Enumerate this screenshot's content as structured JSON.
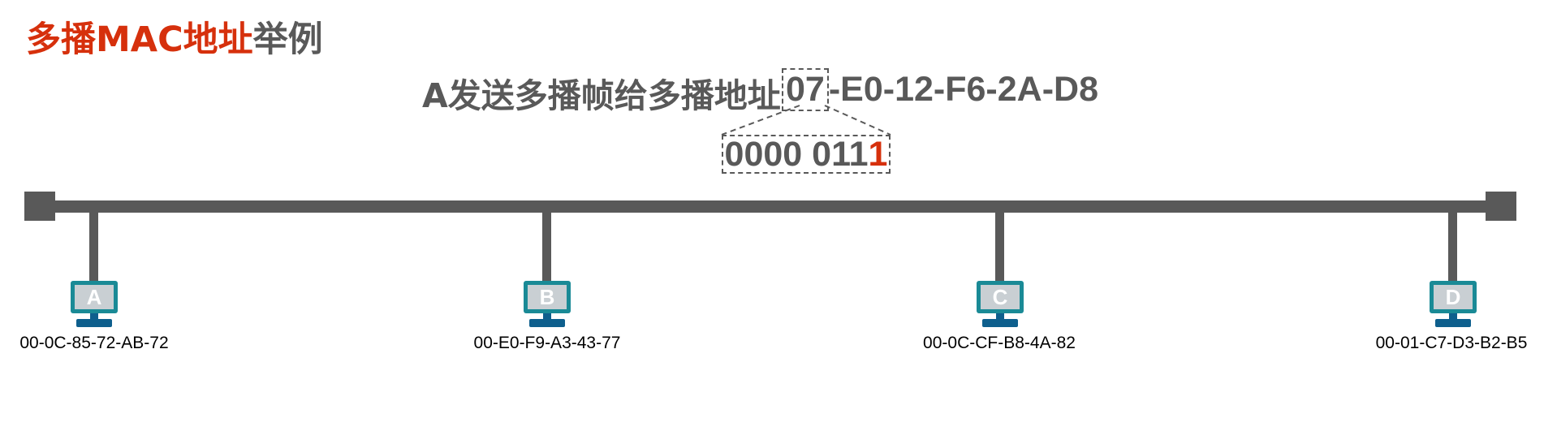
{
  "title": {
    "part1": "多播MAC地址",
    "part2": "举例"
  },
  "send_text": "A发送多播帧给多播地址",
  "multicast_address": {
    "first_byte": "07",
    "rest": "-E0-12-F6-2A-D8"
  },
  "binary": {
    "prefix": "0000 011",
    "lsb": "1"
  },
  "colors": {
    "accent_red": "#d6300c",
    "text_gray": "#595959",
    "bus_gray": "#595959",
    "monitor_teal": "#1a8a96",
    "monitor_stand": "#0e5f8d"
  },
  "hosts": [
    {
      "label": "A",
      "mac": "00-0C-85-72-AB-72",
      "icon": "computer-icon"
    },
    {
      "label": "B",
      "mac": "00-E0-F9-A3-43-77",
      "icon": "computer-icon"
    },
    {
      "label": "C",
      "mac": "00-0C-CF-B8-4A-82",
      "icon": "computer-icon"
    },
    {
      "label": "D",
      "mac": "00-01-C7-D3-B2-B5",
      "icon": "computer-icon"
    }
  ]
}
